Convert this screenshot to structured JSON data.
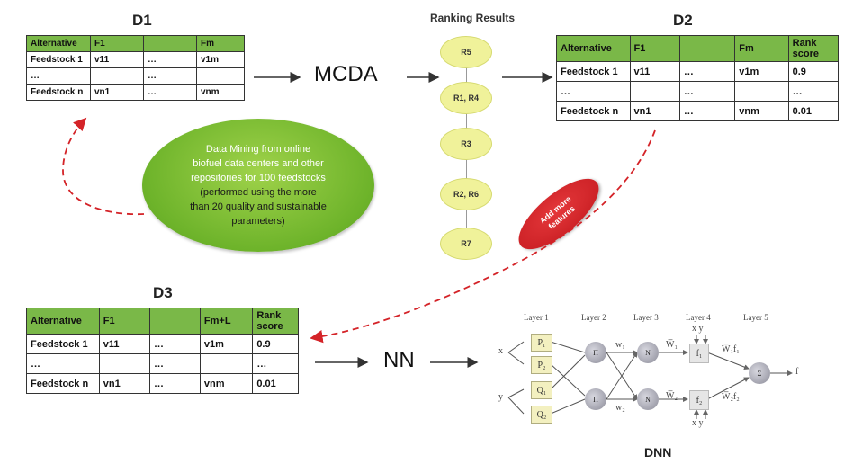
{
  "d1": {
    "title": "D1",
    "header": [
      "Alternative",
      "F1",
      "",
      "Fm"
    ],
    "rows": [
      [
        "Feedstock 1",
        "v11",
        "…",
        "v1m"
      ],
      [
        "…",
        "",
        "…",
        ""
      ],
      [
        "Feedstock n",
        "vn1",
        "…",
        "vnm"
      ]
    ]
  },
  "mcda_label": "MCDA",
  "ranking": {
    "title": "Ranking Results",
    "nodes": [
      "R5",
      "R1, R4",
      "R3",
      "R2, R6",
      "R7"
    ]
  },
  "d2": {
    "title": "D2",
    "header": [
      "Alternative",
      "F1",
      "",
      "Fm",
      "Rank score"
    ],
    "rows": [
      [
        "Feedstock 1",
        "v11",
        "…",
        "v1m",
        "0.9"
      ],
      [
        "…",
        "",
        "…",
        "",
        "…"
      ],
      [
        "Feedstock n",
        "vn1",
        "…",
        "vnm",
        "0.01"
      ]
    ]
  },
  "data_mining": {
    "line1": "Data Mining from online",
    "line2": "biofuel data centers and other",
    "line3": "repositories for 100 feedstocks",
    "line4": "(performed using the  more",
    "line5": "than 20 quality and sustainable",
    "line6": "parameters)"
  },
  "add_features": {
    "line1": "Add more",
    "line2": "features"
  },
  "d3": {
    "title": "D3",
    "header": [
      "Alternative",
      "F1",
      "",
      "Fm+L",
      "Rank score"
    ],
    "rows": [
      [
        "Feedstock 1",
        "v11",
        "…",
        "v1m",
        "0.9"
      ],
      [
        "…",
        "",
        "…",
        "",
        "…"
      ],
      [
        "Feedstock n",
        "vn1",
        "…",
        "vnm",
        "0.01"
      ]
    ]
  },
  "nn_label": "NN",
  "dnn": {
    "title": "DNN",
    "layers": [
      "Layer 1",
      "Layer 2",
      "Layer 3",
      "Layer 4",
      "Layer 5"
    ],
    "input_x": "x",
    "input_y": "y",
    "layer1": [
      "P₁",
      "P₂",
      "Q₁",
      "Q₂"
    ],
    "layer2": [
      "Π",
      "Π"
    ],
    "layer3": [
      "N",
      "N"
    ],
    "layer4": [
      "f₁",
      "f₂"
    ],
    "layer5": "Σ",
    "w1": "w₁",
    "w2": "w₂",
    "wbar1": "W̅₁",
    "wbar2": "W̅₂",
    "wf1": "W̅₁f₁",
    "wf2": "W̅₂f₂",
    "xy": "x y",
    "output": "f"
  },
  "colors": {
    "table_header": "#7ab848",
    "data_mining_ellipse": "#6db32a",
    "add_features_ellipse": "#d42328",
    "ranking_node": "#f0f29a",
    "dashed_arrow": "#d42328"
  }
}
